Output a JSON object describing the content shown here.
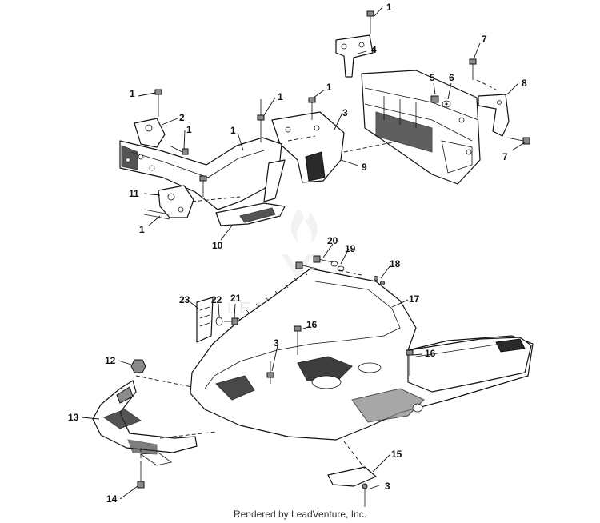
{
  "callouts": [
    {
      "text": "1"
    },
    {
      "text": "4"
    },
    {
      "text": "7"
    },
    {
      "text": "5"
    },
    {
      "text": "6"
    },
    {
      "text": "8"
    },
    {
      "text": "1"
    },
    {
      "text": "1"
    },
    {
      "text": "1"
    },
    {
      "text": "3"
    },
    {
      "text": "2"
    },
    {
      "text": "1"
    },
    {
      "text": "1"
    },
    {
      "text": "7"
    },
    {
      "text": "9"
    },
    {
      "text": "11"
    },
    {
      "text": "1"
    },
    {
      "text": "10"
    },
    {
      "text": "20"
    },
    {
      "text": "19"
    },
    {
      "text": "18"
    },
    {
      "text": "17"
    },
    {
      "text": "23"
    },
    {
      "text": "22"
    },
    {
      "text": "21"
    },
    {
      "text": "16"
    },
    {
      "text": "3"
    },
    {
      "text": "16"
    },
    {
      "text": "12"
    },
    {
      "text": "13"
    },
    {
      "text": "15"
    },
    {
      "text": "3"
    },
    {
      "text": "14"
    }
  ],
  "watermark": {
    "text": "LEADVENTURE"
  },
  "footer": {
    "text": "Rendered by LeadVenture, Inc."
  }
}
